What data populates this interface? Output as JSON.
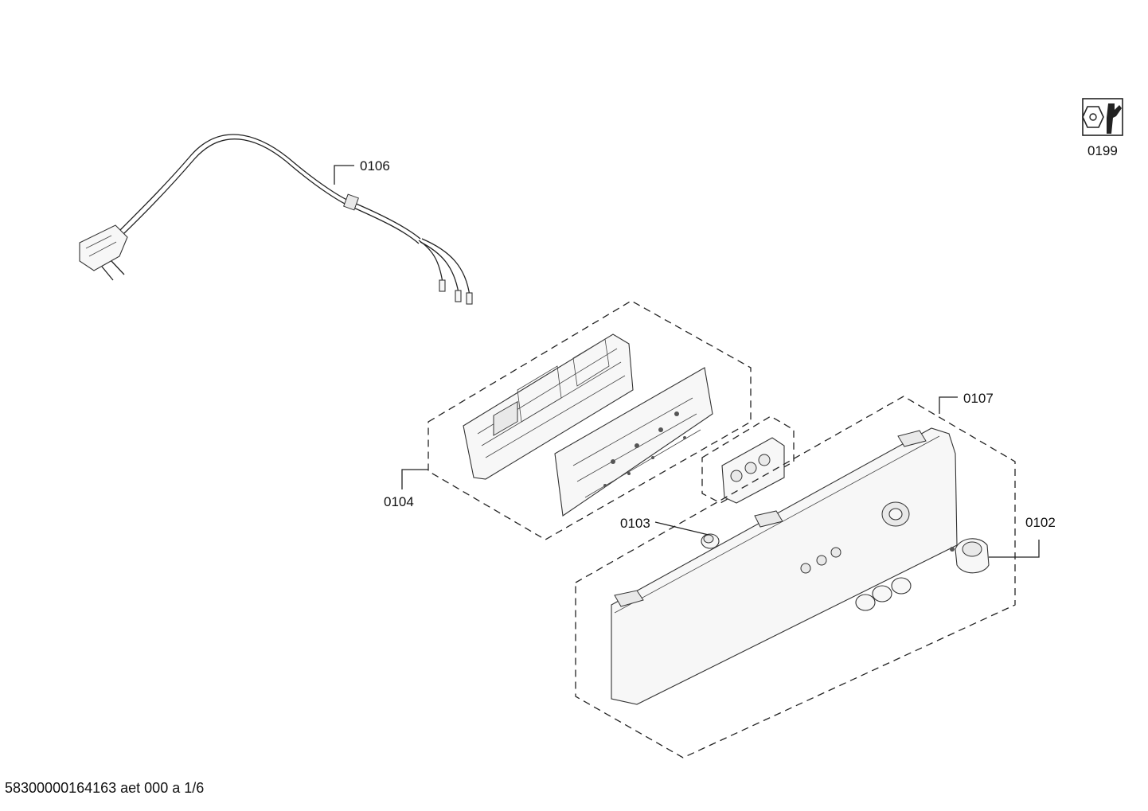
{
  "labels": {
    "p0106": "0106",
    "p0107": "0107",
    "p0104": "0104",
    "p0103": "0103",
    "p0102": "0102",
    "p0199": "0199"
  },
  "footer": {
    "doc_id": "58300000164163 aet 000 a 1/6"
  },
  "icons": {
    "service": "wrench-nut-icon"
  }
}
